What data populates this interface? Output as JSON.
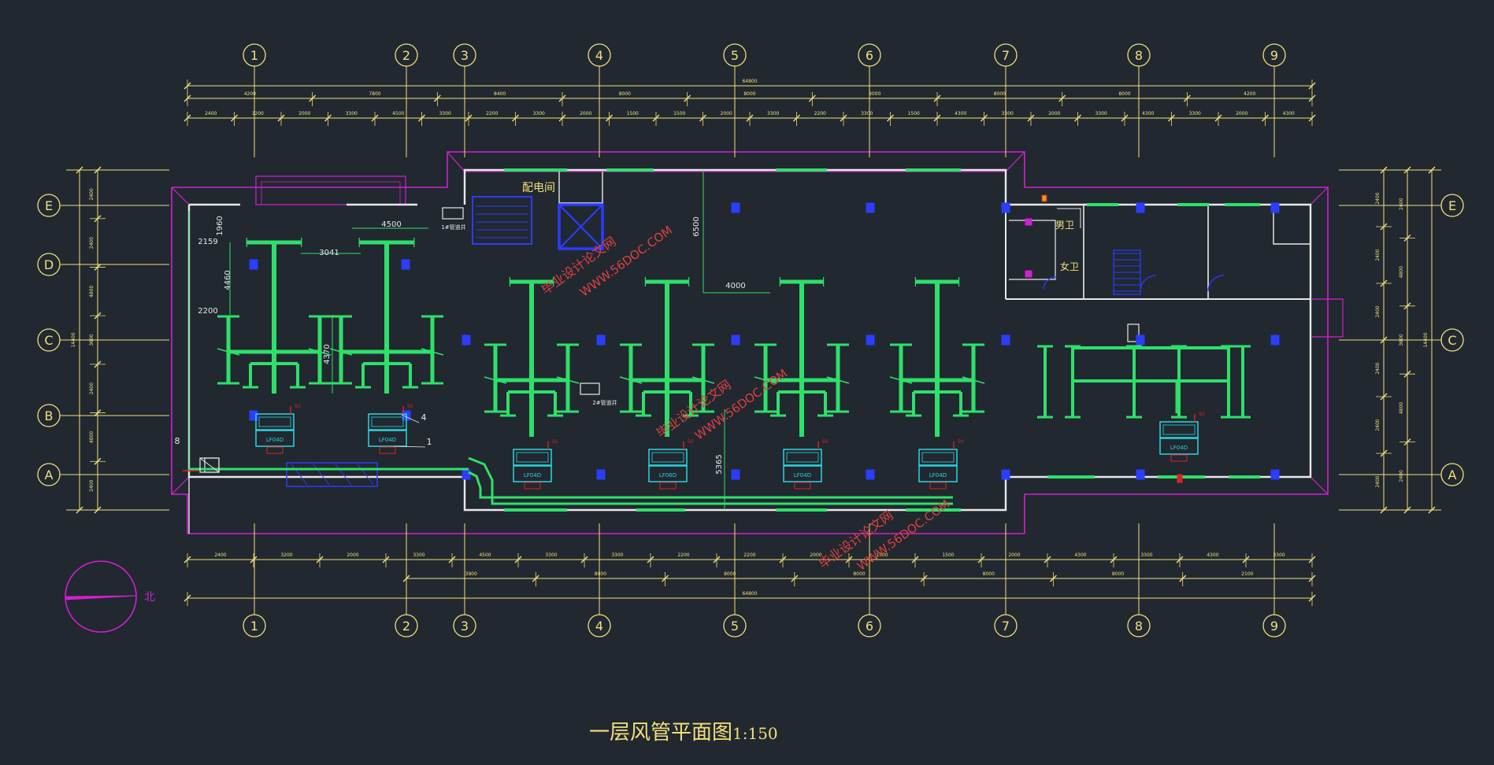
{
  "drawing": {
    "title": "一层风管平面图",
    "scale": "1:150",
    "north_label": "北"
  },
  "grid": {
    "columns": [
      "1",
      "2",
      "3",
      "4",
      "5",
      "6",
      "7",
      "8",
      "9"
    ],
    "rows": [
      "E",
      "D",
      "C",
      "B",
      "A"
    ],
    "rows_right": [
      "E",
      "C",
      "A"
    ]
  },
  "dimensions": {
    "overall": "64800",
    "top_row1": [
      "4200",
      "7800",
      "8400",
      "8000",
      "8000",
      "8000",
      "8000",
      "8000",
      "4200"
    ],
    "top_row2": [
      "2400",
      "3200",
      "2000",
      "3300",
      "4500",
      "3300",
      "2200",
      "3300",
      "2000",
      "1500",
      "1500",
      "2000",
      "3300",
      "2200",
      "3300",
      "1500",
      "4300",
      "3300",
      "2000",
      "3300",
      "4300",
      "3300",
      "2000",
      "4300"
    ],
    "bottom_row1": [
      "2400",
      "3200",
      "2000",
      "3300",
      "4500",
      "3300",
      "3300",
      "2200",
      "2200",
      "2000",
      "1500",
      "1500",
      "2000",
      "4300",
      "3300",
      "4300",
      "3300"
    ],
    "bottom_row2": [
      "3900",
      "8000",
      "8000",
      "8000",
      "8000",
      "8000",
      "2100"
    ],
    "left": [
      "2400",
      "2400",
      "4800",
      "3600",
      "2400",
      "4800",
      "2400"
    ],
    "right": [
      "2400",
      "4800",
      "3600",
      "4800",
      "2400"
    ],
    "plan": [
      "1960",
      "2159",
      "4500",
      "3041",
      "4460",
      "2200",
      "4370",
      "6500",
      "4000",
      "5365"
    ]
  },
  "rooms": {
    "electrical_room": "配电间",
    "mens_restroom": "男卫",
    "womens_restroom": "女卫",
    "shaft_1": "1#管道井",
    "shaft_2": "2#管道井"
  },
  "equipment": {
    "unit_labels": [
      "LF04D",
      "LF04D",
      "LF04D",
      "LF06D",
      "LF04D",
      "LF04D",
      "LF04D"
    ]
  },
  "callouts": [
    "4",
    "1",
    "8"
  ],
  "watermarks": [
    "毕业设计论文网",
    "WWW.56DOC.COM"
  ],
  "colors": {
    "background": "#212830",
    "grid_yellow": "#f2e07a",
    "wall_white": "#e8e8e8",
    "outline_magenta": "#d21fd2",
    "duct_green": "#2ee06a",
    "equipment_cyan": "#2ad6e0",
    "blue": "#2b3dff",
    "red": "#e02020",
    "watermark_red": "#e04040"
  }
}
